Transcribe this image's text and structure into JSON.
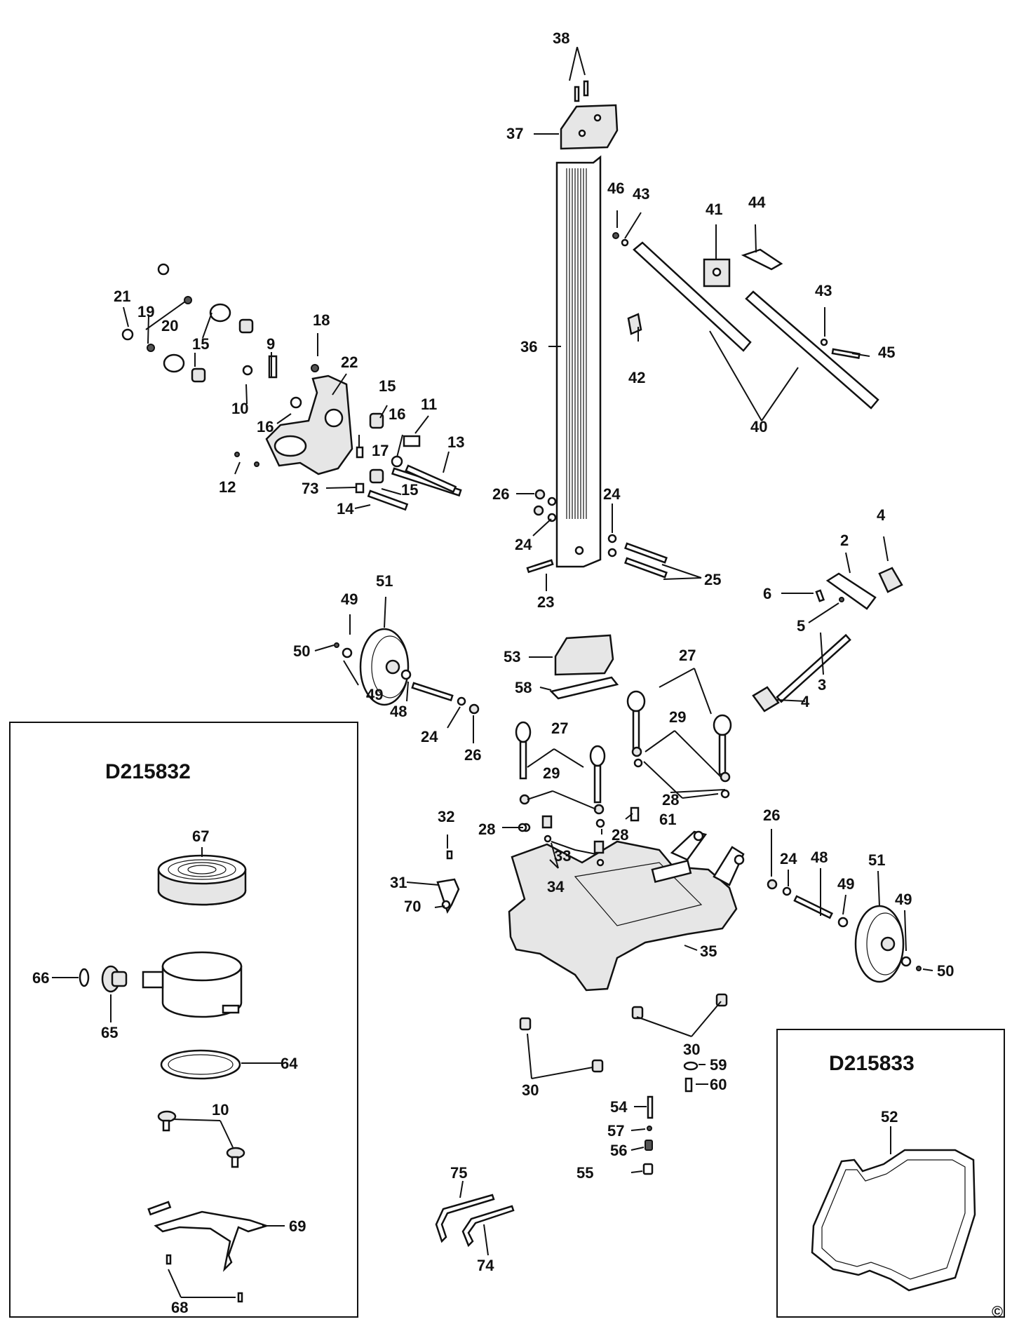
{
  "boxes": {
    "left_title": "D215832",
    "right_title": "D215833"
  },
  "copyright": "©",
  "labels": {
    "p38": "38",
    "p37": "37",
    "p36": "36",
    "p46": "46",
    "p43a": "43",
    "p41": "41",
    "p44": "44",
    "p43b": "43",
    "p45": "45",
    "p42": "42",
    "p40": "40",
    "p21": "21",
    "p19": "19",
    "p20": "20",
    "p15a": "15",
    "p18": "18",
    "p9": "9",
    "p22": "22",
    "p10a": "10",
    "p16a": "16",
    "p15b": "15",
    "p16b": "16",
    "p11": "11",
    "p17": "17",
    "p13": "13",
    "p12": "12",
    "p73": "73",
    "p15c": "15",
    "p14": "14",
    "p26a": "26",
    "p24a": "24",
    "p24b": "24",
    "p25": "25",
    "p23": "23",
    "p4a": "4",
    "p2": "2",
    "p6": "6",
    "p5": "5",
    "p3": "3",
    "p4b": "4",
    "p51a": "51",
    "p49a": "49",
    "p50a": "50",
    "p49b": "49",
    "p48a": "48",
    "p24c": "24",
    "p26b": "26",
    "p53": "53",
    "p58": "58",
    "p27a": "27",
    "p29a": "29",
    "p27b": "27",
    "p29b": "29",
    "p28a": "28",
    "p32": "32",
    "p28b": "28",
    "p61": "61",
    "p28c": "28",
    "p33": "33",
    "p31": "31",
    "p34": "34",
    "p70": "70",
    "p35": "35",
    "p26c": "26",
    "p24d": "24",
    "p48b": "48",
    "p51b": "51",
    "p49c": "49",
    "p49d": "49",
    "p50b": "50",
    "p30a": "30",
    "p30b": "30",
    "p59": "59",
    "p60": "60",
    "p54": "54",
    "p57": "57",
    "p56": "56",
    "p55": "55",
    "p75": "75",
    "p74": "74",
    "p67": "67",
    "p66": "66",
    "p65": "65",
    "p64": "64",
    "p10b": "10",
    "p69": "69",
    "p68": "68",
    "p52": "52"
  }
}
